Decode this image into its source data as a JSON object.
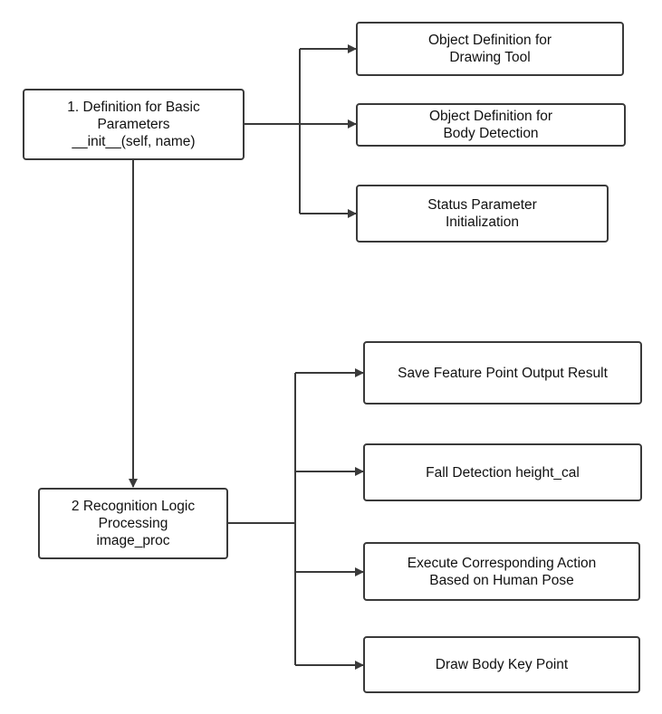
{
  "colors": {
    "stroke": "#3a3a3a",
    "background": "#ffffff",
    "text": "#111111"
  },
  "nodes": {
    "basic_params": {
      "lines": [
        "1. Definition for Basic",
        "Parameters",
        "__init__(self, name)"
      ]
    },
    "drawing_tool": {
      "lines": [
        "Object Definition for",
        "Drawing Tool"
      ]
    },
    "body_detection": {
      "lines": [
        "Object Definition for",
        "Body Detection"
      ]
    },
    "status_init": {
      "lines": [
        "Status Parameter",
        "Initialization"
      ]
    },
    "recognition": {
      "lines": [
        "2 Recognition Logic",
        "Processing",
        "image_proc"
      ]
    },
    "save_feature": {
      "lines": [
        "Save Feature Point Output Result"
      ]
    },
    "fall_detection": {
      "lines": [
        "Fall Detection height_cal"
      ]
    },
    "execute_action": {
      "lines": [
        "Execute Corresponding Action",
        "Based on Human Pose"
      ]
    },
    "draw_keypoint": {
      "lines": [
        "Draw Body Key Point"
      ]
    }
  }
}
